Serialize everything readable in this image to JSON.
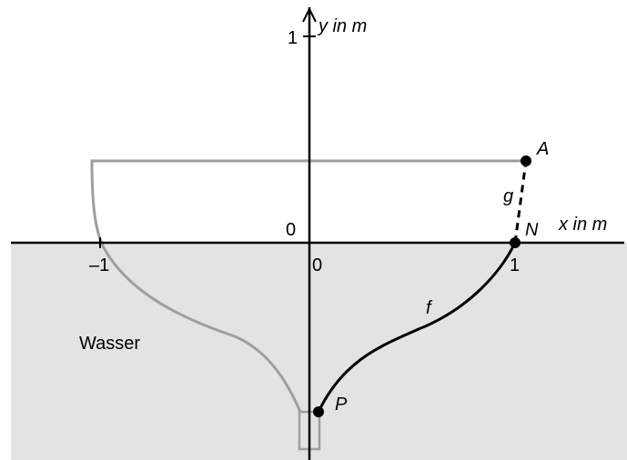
{
  "colors": {
    "water": "#e3e3e3",
    "hull": "#9e9e9e",
    "curve": "#000000",
    "axis": "#000000"
  },
  "axes": {
    "x_label": "x in m",
    "y_label": "y in m",
    "origin_label_above": "0",
    "origin_label_below": "0",
    "x_tick_neg": "–1",
    "x_tick_pos": "1",
    "y_tick": "1"
  },
  "labels": {
    "water": "Wasser",
    "curve_f": "f",
    "segment_g": "g",
    "point_A": "A",
    "point_N": "N",
    "point_P": "P"
  }
}
